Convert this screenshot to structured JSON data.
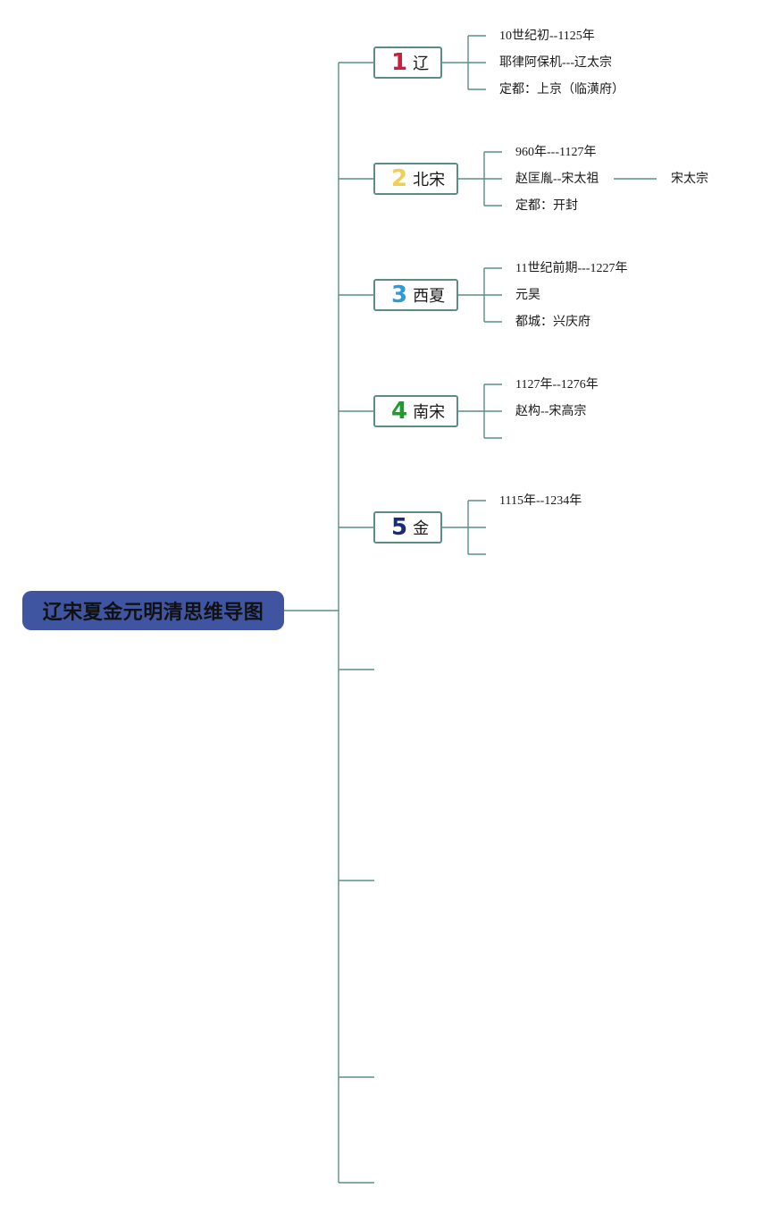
{
  "root": {
    "title": "辽宋夏金元明清思维导图"
  },
  "colors": {
    "connector": "#5b8d86",
    "root_bg": "#3f55a1",
    "num_1": "#d11a3c",
    "num_2": "#f2cf53",
    "num_3": "#2d9ad9",
    "num_4": "#1e9a2e",
    "num_5": "#1c2a7a"
  },
  "branches": [
    {
      "num": "1",
      "label": "辽",
      "details": [
        "10世纪初--1125年",
        "耶律阿保机---辽太宗",
        "定都：上京（临潢府）"
      ]
    },
    {
      "num": "2",
      "label": "北宋",
      "details": [
        "960年---1127年",
        "赵匡胤--宋太祖",
        "定都：开封"
      ],
      "sub_detail": "宋太宗"
    },
    {
      "num": "3",
      "label": "西夏",
      "details": [
        "11世纪前期---1227年",
        "元昊",
        "都城：兴庆府"
      ]
    },
    {
      "num": "4",
      "label": "南宋",
      "details": [
        "1127年--1276年",
        "赵构--宋高宗"
      ]
    },
    {
      "num": "5",
      "label": "金",
      "details": [
        "1115年--1234年"
      ]
    }
  ]
}
